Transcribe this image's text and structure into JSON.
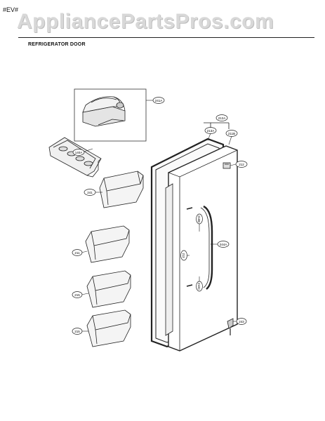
{
  "header": {
    "page_code": "#EV#",
    "watermark": "AppliancePartsPros.com",
    "section_title": "REFRIGERATOR DOOR"
  },
  "callouts": [
    {
      "id": "c-241a",
      "label": "241A"
    },
    {
      "id": "c-140a",
      "label": "140A"
    },
    {
      "id": "c-212a",
      "label": "212A"
    },
    {
      "id": "c-213a",
      "label": "213A"
    },
    {
      "id": "c-211b",
      "label": "211B"
    },
    {
      "id": "c-241",
      "label": "241"
    },
    {
      "id": "c-212",
      "label": "212"
    },
    {
      "id": "c-210b",
      "label": "210B"
    },
    {
      "id": "c-244a",
      "label": "244A"
    },
    {
      "id": "c-213",
      "label": "213"
    },
    {
      "id": "c-210c",
      "label": "210C"
    },
    {
      "id": "c-211",
      "label": "211"
    },
    {
      "id": "c-215",
      "label": "215"
    },
    {
      "id": "c-215b",
      "label": "215"
    },
    {
      "id": "c-243",
      "label": "243"
    }
  ]
}
